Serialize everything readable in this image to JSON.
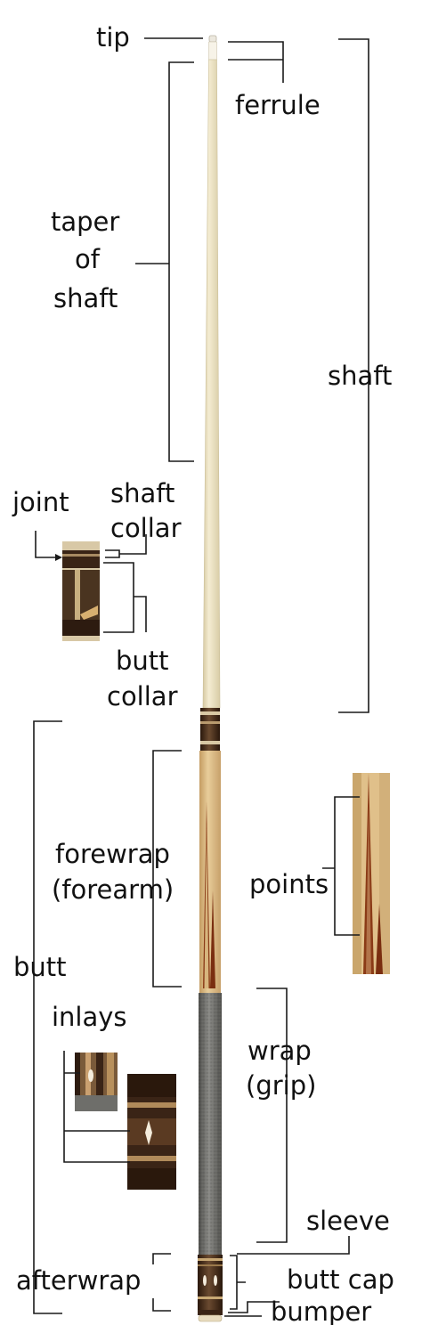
{
  "labels": {
    "tip": "tip",
    "ferrule": "ferrule",
    "taper_1": "taper",
    "taper_2": "of",
    "taper_3": "shaft",
    "shaft": "shaft",
    "joint": "joint",
    "shaft_collar_1": "shaft",
    "shaft_collar_2": "collar",
    "butt_collar_1": "butt",
    "butt_collar_2": "collar",
    "forewrap_1": "forewrap",
    "forewrap_2": "(forearm)",
    "points": "points",
    "butt": "butt",
    "inlays": "inlays",
    "wrap_1": "wrap",
    "wrap_2": "(grip)",
    "sleeve": "sleeve",
    "afterwrap": "afterwrap",
    "butt_cap": "butt cap",
    "bumper": "bumper"
  },
  "colors": {
    "shaft_wood": "#efe6c8",
    "shaft_shadow": "#d8cca6",
    "tip": "#ece8de",
    "collar_dark": "#3a2416",
    "forearm_wood": "#d9b882",
    "point_veneer": "#8a3a16",
    "wrap": "#6a6a66",
    "sleeve": "#2d1b10",
    "inlay": "#f4ecdc",
    "bumper": "#e8dcc0",
    "line": "#1a1a1a"
  }
}
